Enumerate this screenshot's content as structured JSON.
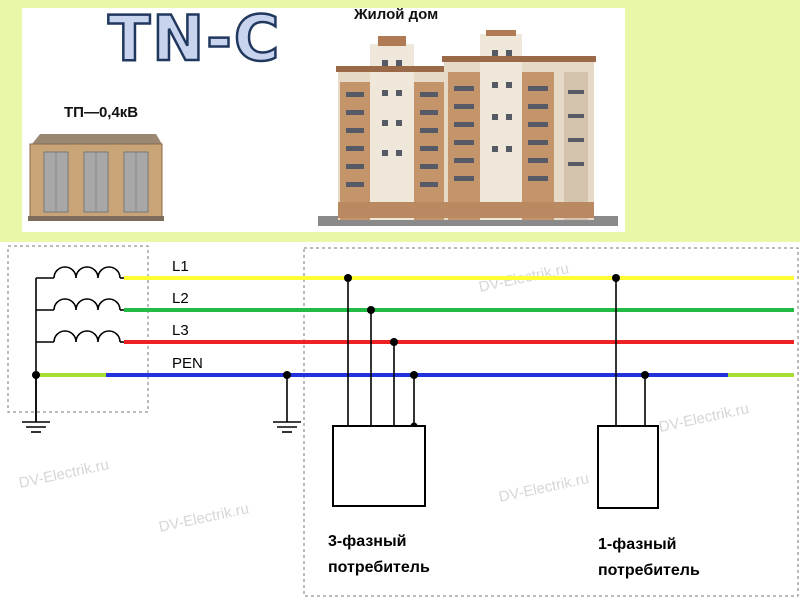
{
  "header": {
    "title": "TN-C",
    "building_label": "Жилой дом",
    "substation_label": "ТП—0,4кВ"
  },
  "wires": [
    {
      "label": "L1",
      "color": "#ffff33"
    },
    {
      "label": "L2",
      "color": "#22bb44"
    },
    {
      "label": "L3",
      "color": "#ee2222"
    },
    {
      "label": "PEN",
      "color": "#2233dd",
      "end_color": "#a8dd33"
    }
  ],
  "consumers": {
    "three_phase": {
      "line1": "3-фазный",
      "line2": "потребитель"
    },
    "single_phase": {
      "line1": "1-фазный",
      "line2": "потребитель"
    }
  },
  "watermark": "DV-Electrik.ru",
  "colors": {
    "panel_background": "#e9f7a8",
    "title_fill": "#c8d3ee",
    "title_outline": "#20375e"
  }
}
